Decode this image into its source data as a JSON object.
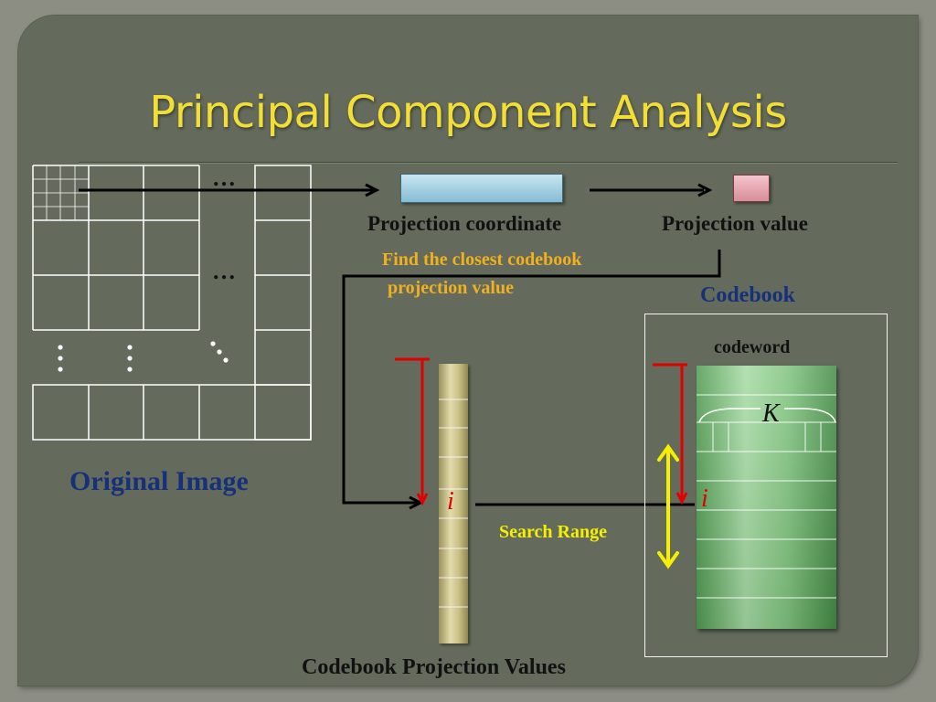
{
  "slide": {
    "title": "Principal Component Analysis"
  },
  "labels": {
    "ellipsis_top": "…",
    "ellipsis_mid": "…",
    "projection_coordinate": "Projection coordinate",
    "projection_value": "Projection value",
    "find_closest_line1": "Find the closest codebook",
    "find_closest_line2": "projection value",
    "codebook": "Codebook",
    "codeword": "codeword",
    "k_label": "K",
    "index_left": "i",
    "index_right": "i",
    "search_range": "Search Range",
    "original_image": "Original Image",
    "codebook_projection_values": "Codebook Projection Values"
  },
  "colors": {
    "background": "#646b5c",
    "title": "#f2de35",
    "highlight_text": "#f0b020",
    "navy_text": "#16307a",
    "search_range": "#f5ef00",
    "range_arrow": "#e00000",
    "codeword_green": "#80c47e",
    "projection_coordinate_blue": "#86bcd4",
    "projection_value_pink": "#d88e9a",
    "codebook_projection_tan": "#c8bf84"
  }
}
